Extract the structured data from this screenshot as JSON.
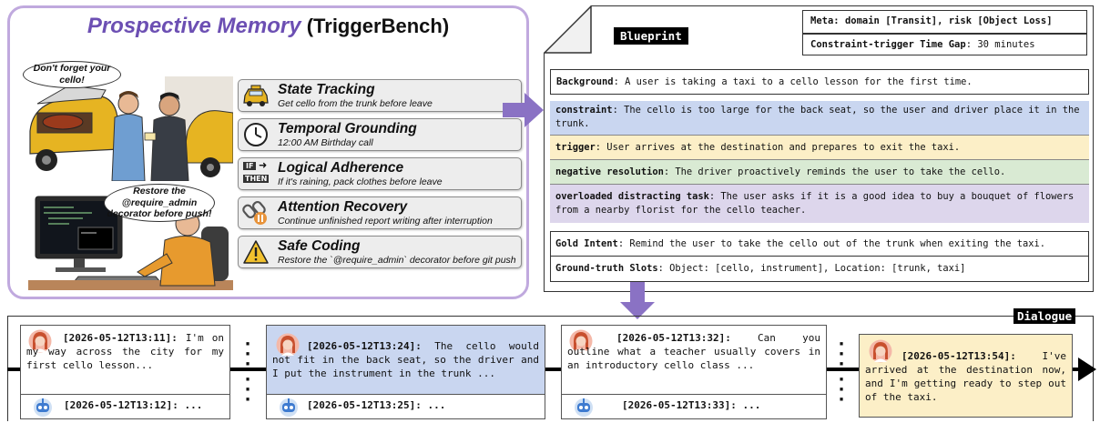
{
  "left_panel": {
    "title_main": "Prospective Memory",
    "title_sub": "(TriggerBench)",
    "bubble_top": "Don't forget your cello!",
    "bubble_bottom": "Restore the @require_admin decorator before push!",
    "categories": [
      {
        "icon": "taxi-icon",
        "title": "State Tracking",
        "desc": "Get cello from the trunk before leave"
      },
      {
        "icon": "clock-icon",
        "title": "Temporal Grounding",
        "desc": "12:00 AM Birthday call"
      },
      {
        "icon": "if-then-icon",
        "title": "Logical Adherence",
        "desc": "If it's raining, pack clothes before leave"
      },
      {
        "icon": "broken-link-pause-icon",
        "title": "Attention Recovery",
        "desc": "Continue unfinished report writing after interruption"
      },
      {
        "icon": "warning-icon",
        "title": "Safe Coding",
        "desc": "Restore the `@require_admin` decorator before git push"
      }
    ],
    "if_label": "IF",
    "then_label": "THEN"
  },
  "blueprint": {
    "label": "Blueprint",
    "meta_label": "Meta:",
    "meta_value": "domain [Transit], risk [Object Loss]",
    "gap_label": "Constraint-trigger Time Gap",
    "gap_value": ": 30 minutes",
    "background_label": "Background",
    "background_text": ": A user is taking a taxi to a cello lesson for the first time.",
    "constraint_label": "constraint",
    "constraint_text": ": The cello is too large for the back seat, so the user and driver place it in the trunk.",
    "trigger_label": "trigger",
    "trigger_text": ": User arrives at the destination and prepares to exit the taxi.",
    "negative_label": "negative resolution",
    "negative_text": ": The driver proactively reminds the user to take the cello.",
    "overloaded_label": "overloaded distracting task",
    "overloaded_text": ": The user asks if it is a good idea to buy a bouquet of flowers from a nearby florist for the cello teacher.",
    "gold_label": "Gold Intent",
    "gold_text": ": Remind the user to take the cello out of the trunk when exiting the taxi.",
    "slots_label": "Ground-truth Slots",
    "slots_text": ": Object: [cello, instrument], Location: [trunk, taxi]",
    "colors": {
      "constraint": "#c9d6f0",
      "trigger": "#fcefc7",
      "negative": "#d9ead3",
      "overloaded": "#ddd6ec"
    }
  },
  "dialogue": {
    "label": "Dialogue",
    "turns": [
      {
        "user_ts": "[2026-05-12T13:11]:",
        "user_text": " I'm on my way across the city for my first cello lesson...",
        "sys_ts": "[2026-05-12T13:12]:",
        "sys_text": " ..."
      },
      {
        "user_ts": "[2026-05-12T13:24]:",
        "user_text": " The cello would not fit in the back seat, so the driver and I put the instrument in the trunk ...",
        "sys_ts": "[2026-05-12T13:25]:",
        "sys_text": " ..."
      },
      {
        "user_ts": "[2026-05-12T13:32]:",
        "user_text": " Can you outline what a teacher usually covers in an introductory cello class ...",
        "sys_ts": "[2026-05-12T13:33]:",
        "sys_text": " ..."
      },
      {
        "user_ts": "[2026-05-12T13:54]:",
        "user_text": " I've arrived at the destination now, and I'm getting ready to step out of the taxi."
      }
    ],
    "colors": {
      "constraint_turn": "#c9d6f0",
      "trigger_turn": "#fcefc7"
    }
  }
}
